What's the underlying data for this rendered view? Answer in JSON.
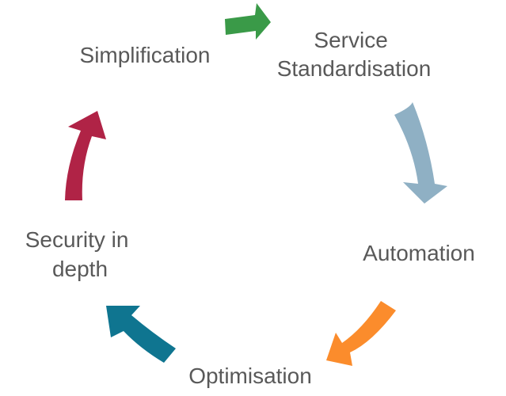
{
  "diagram": {
    "type": "cycle",
    "nodes": [
      {
        "id": "simplification",
        "lines": [
          "Simplification"
        ]
      },
      {
        "id": "service-standardisation",
        "lines": [
          "Service",
          "Standardisation"
        ]
      },
      {
        "id": "automation",
        "lines": [
          "Automation"
        ]
      },
      {
        "id": "optimisation",
        "lines": [
          "Optimisation"
        ]
      },
      {
        "id": "security-in-depth",
        "lines": [
          "Security in",
          "depth"
        ]
      }
    ],
    "arrows": [
      {
        "from": "simplification",
        "to": "service-standardisation",
        "color": "#3a9a48"
      },
      {
        "from": "service-standardisation",
        "to": "automation",
        "color": "#8fb0c4"
      },
      {
        "from": "automation",
        "to": "optimisation",
        "color": "#fb8c2c"
      },
      {
        "from": "optimisation",
        "to": "security-in-depth",
        "color": "#0f7590"
      },
      {
        "from": "security-in-depth",
        "to": "simplification",
        "color": "#b02346"
      }
    ]
  }
}
